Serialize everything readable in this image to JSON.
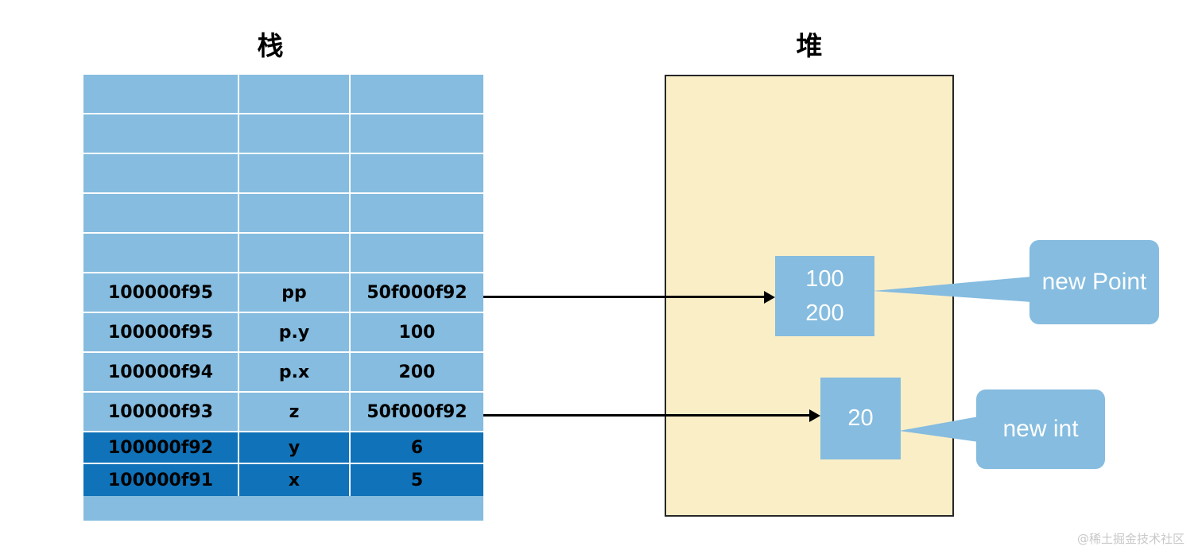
{
  "titles": {
    "stack": "栈",
    "heap": "堆"
  },
  "stack_table": {
    "empty_row_count": 5,
    "columns": [
      "address",
      "name",
      "value"
    ],
    "rows": [
      {
        "address": "100000f95",
        "name": "pp",
        "value": "50f000f92",
        "highlight": false
      },
      {
        "address": "100000f95",
        "name": "p.y",
        "value": "100",
        "highlight": false
      },
      {
        "address": "100000f94",
        "name": "p.x",
        "value": "200",
        "highlight": false
      },
      {
        "address": "100000f93",
        "name": "z",
        "value": "50f000f92",
        "highlight": false
      },
      {
        "address": "100000f92",
        "name": "y",
        "value": "6",
        "highlight": true
      },
      {
        "address": "100000f91",
        "name": "x",
        "value": "5",
        "highlight": true
      }
    ]
  },
  "heap": {
    "objects": [
      {
        "id": "point",
        "lines": [
          "100",
          "200"
        ]
      },
      {
        "id": "int",
        "lines": [
          "20"
        ]
      }
    ]
  },
  "callouts": [
    {
      "id": "point",
      "label": "new Point"
    },
    {
      "id": "int",
      "label": "new int"
    }
  ],
  "arrows": [
    {
      "from": "pp-value",
      "to": "point-box"
    },
    {
      "from": "z-value",
      "to": "int-box"
    }
  ],
  "watermark": "@稀土掘金技术社区",
  "colors": {
    "stack_light": "#85bcdf",
    "stack_dark": "#1072b8",
    "heap_fill": "#faeec7",
    "heap_border": "#272727",
    "box_fill": "#85bcdf",
    "arrow": "#000000",
    "watermark": "#c8c8c8"
  }
}
